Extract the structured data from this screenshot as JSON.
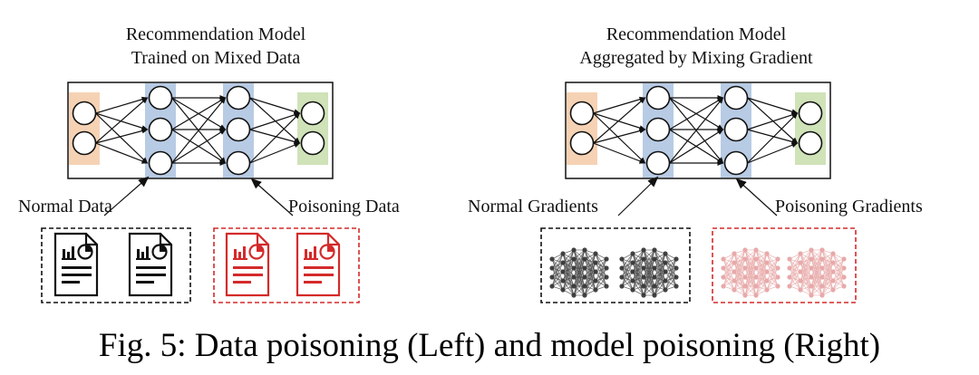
{
  "left_panel": {
    "title_line1": "Recommendation Model",
    "title_line2": "Trained on Mixed Data",
    "normal_label": "Normal Data",
    "poison_label": "Poisoning Data"
  },
  "right_panel": {
    "title_line1": "Recommendation Model",
    "title_line2": "Aggregated by Mixing Gradient",
    "normal_label": "Normal Gradients",
    "poison_label": "Poisoning Gradients"
  },
  "caption": "Fig. 5: Data poisoning (Left) and model poisoning (Right)",
  "network": {
    "layers": [
      2,
      3,
      3,
      2
    ]
  },
  "colors": {
    "input_band": "#f6d2b4",
    "hidden_band": "#b8cbe4",
    "output_band": "#cfe2b8",
    "normal": "#111111",
    "poison": "#d42a2a",
    "poison_light": "#e8a9a9"
  }
}
